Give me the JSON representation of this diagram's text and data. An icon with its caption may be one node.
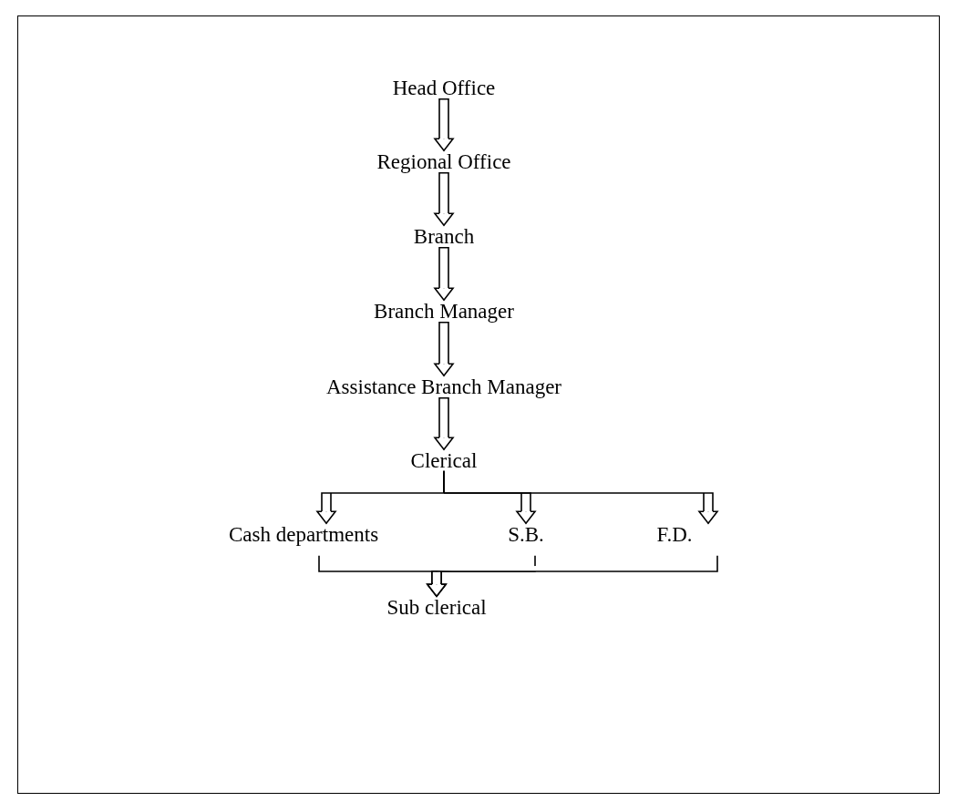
{
  "diagram": {
    "nodes": [
      {
        "text": [
          "Head Office"
        ]
      },
      {
        "text": [
          "Regional Office"
        ]
      },
      {
        "text": [
          "Branch"
        ]
      },
      {
        "text": [
          "Branch Manager"
        ]
      },
      {
        "text": [
          "Assistance Branch Manager"
        ]
      },
      {
        "text": [
          "Clerical"
        ]
      },
      {
        "text": [
          "Cash departments"
        ]
      },
      {
        "text": [
          "S.B."
        ]
      },
      {
        "text": [
          "F.D."
        ]
      },
      {
        "text": [
          "Sub clerical"
        ]
      }
    ],
    "edges": [
      {
        "from": 0,
        "to": 1,
        "arrow": "to"
      },
      {
        "from": 1,
        "to": 2,
        "arrow": "to"
      },
      {
        "from": 2,
        "to": 3,
        "arrow": "to"
      },
      {
        "from": 3,
        "to": 4,
        "arrow": "to"
      },
      {
        "from": 4,
        "to": 5,
        "arrow": "to"
      },
      {
        "from": 5,
        "to": 6,
        "arrow": "to"
      },
      {
        "from": 5,
        "to": 7,
        "arrow": "to"
      },
      {
        "from": 5,
        "to": 8,
        "arrow": "to"
      },
      {
        "from": 6,
        "to": 9,
        "arrow": "to"
      },
      {
        "from": 7,
        "to": 9,
        "arrow": "to"
      },
      {
        "from": 8,
        "to": 9,
        "arrow": "to"
      }
    ]
  }
}
